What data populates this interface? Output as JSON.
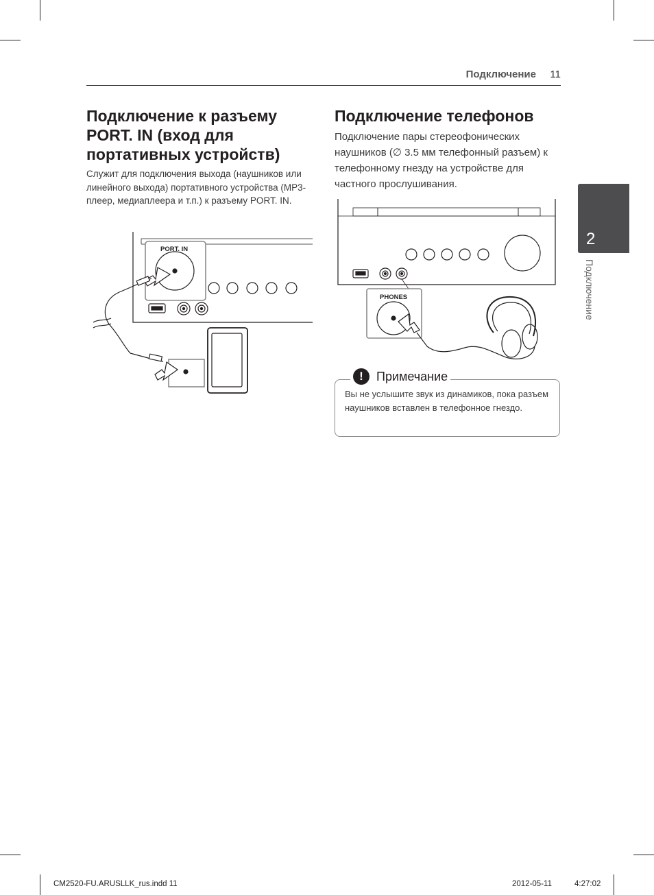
{
  "header": {
    "section": "Подключение",
    "page_number": "11"
  },
  "left": {
    "title": "Подключение к разъему PORT. IN (вход для портативных устройств)",
    "body": "Служит для подключения выхода (наушников или линейного выхода) портативного устройства (MP3-плеер, медиаплеера и т.п.) к разъему PORT. IN.",
    "figure_label": "PORT. IN"
  },
  "right": {
    "title": "Подключение телефонов",
    "body": "Подключение пары стереофонических наушников (∅ 3.5 мм телефонный разъем) к телефонному гнезду на устройстве для частного прослушивания.",
    "figure_label": "PHONES"
  },
  "note": {
    "icon": "!",
    "title": "Примечание",
    "body": "Вы не услышите звук из динамиков, пока разъем наушников вставлен в телефонное гнездо."
  },
  "side_tab": {
    "number": "2",
    "label": "Подключение"
  },
  "footer": {
    "file": "CM2520-FU.ARUSLLK_rus.indd   11",
    "date": "2012-05-11",
    "time": "4:27:02"
  }
}
